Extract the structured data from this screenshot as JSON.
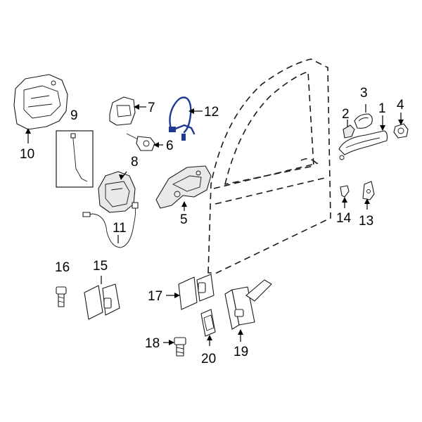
{
  "diagram": {
    "callouts": [
      {
        "id": "1",
        "label": "1"
      },
      {
        "id": "2",
        "label": "2"
      },
      {
        "id": "3",
        "label": "3"
      },
      {
        "id": "4",
        "label": "4"
      },
      {
        "id": "5",
        "label": "5"
      },
      {
        "id": "6",
        "label": "6"
      },
      {
        "id": "7",
        "label": "7"
      },
      {
        "id": "8",
        "label": "8"
      },
      {
        "id": "9",
        "label": "9"
      },
      {
        "id": "10",
        "label": "10"
      },
      {
        "id": "11",
        "label": "11"
      },
      {
        "id": "12",
        "label": "12"
      },
      {
        "id": "13",
        "label": "13"
      },
      {
        "id": "14",
        "label": "14"
      },
      {
        "id": "15",
        "label": "15"
      },
      {
        "id": "16",
        "label": "16"
      },
      {
        "id": "17",
        "label": "17"
      },
      {
        "id": "18",
        "label": "18"
      },
      {
        "id": "19",
        "label": "19"
      },
      {
        "id": "20",
        "label": "20"
      }
    ],
    "highlight_color": "#1f3a93"
  }
}
